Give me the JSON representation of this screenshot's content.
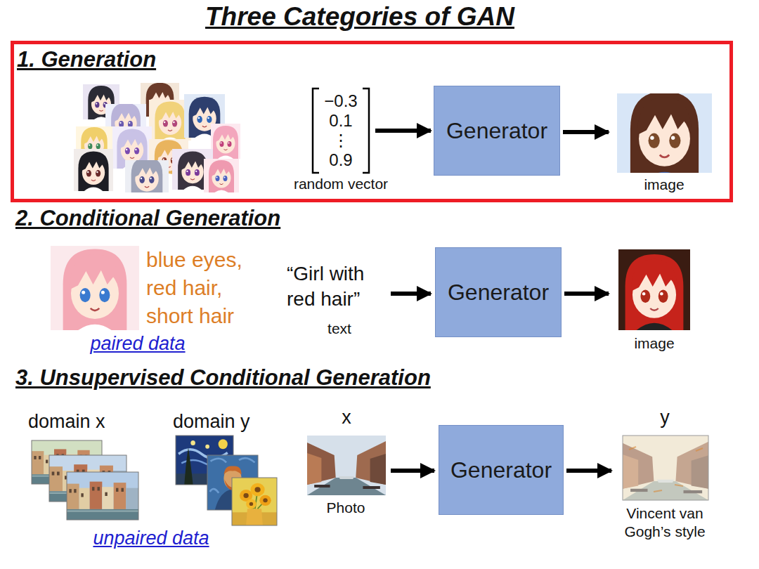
{
  "diagram": {
    "title": "Three Categories of GAN",
    "nodes": [
      {
        "text": [
          "1. Generation",
          "image"
        ]
      },
      {
        "text": [
          "−0.3",
          "0.1",
          "⋮",
          "0.9",
          "random vector"
        ],
        "in": 0
      },
      {
        "text": [
          "Generator"
        ],
        "in": 0
      },
      {
        "text": [
          "Generator"
        ]
      },
      {
        "text": [
          "Generator"
        ]
      }
    ],
    "edges": [
      {
        "from": 1,
        "to": 2,
        "arrow": "to"
      }
    ],
    "labels": [
      "2. Conditional Generation",
      "blue eyes, red hair, short hair",
      "paired data",
      "“Girl with red hair”",
      "text",
      "image",
      "3. Unsupervised Conditional Generation",
      "domain x",
      "domain y",
      "unpaired data",
      "x",
      "Photo",
      "y",
      "Vincent van Gogh’s style"
    ]
  }
}
